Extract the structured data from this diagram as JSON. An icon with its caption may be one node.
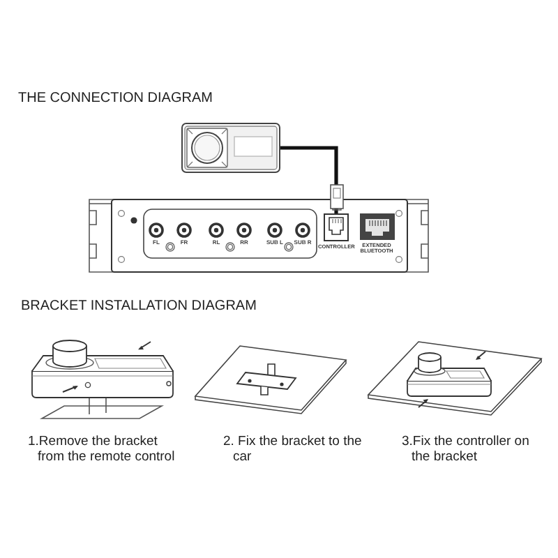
{
  "diagram": {
    "nodes": [
      {
        "text": [],
        "shape": "picture"
      },
      {
        "text": [],
        "shape": "picture"
      },
      {
        "text": [
          "CONTROLLER"
        ],
        "in": 1
      },
      {
        "text": [
          "EXTENDED BLUETOOTH"
        ],
        "in": 1
      }
    ],
    "edges": [
      {
        "from": 0,
        "to": 2,
        "arrow": "none"
      }
    ],
    "labels": [
      "THE CONNECTION DIAGRAM",
      "FL",
      "FR",
      "RL",
      "RR",
      "SUB L",
      "SUB R",
      "BRACKET INSTALLATION DIAGRAM",
      "1.Remove the bracket from the remote control",
      "2. Fix the bracket to the car",
      "3.Fix the controller on the bracket"
    ]
  }
}
